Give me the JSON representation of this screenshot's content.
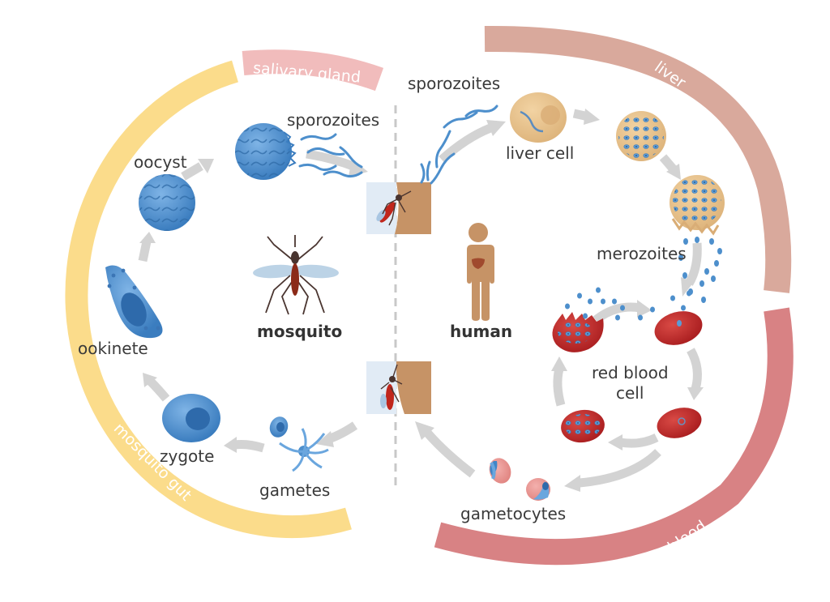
{
  "title": "Malaria parasite life cycle",
  "colors": {
    "mosquito_gut_arc": "#fbdc8b",
    "salivary_gland_arc": "#f1bcbc",
    "liver_arc": "#d9a99c",
    "blood_arc": "#d88284",
    "arrow": "#d3d3d3",
    "divider": "#c8c8c8",
    "parasite_blue": "#4d8fcc",
    "rbc_red": "#c3282a",
    "liver_cell": "#e7c28d",
    "human": "#c69366",
    "skin": "#c69366"
  },
  "hosts": {
    "mosquito": "mosquito",
    "human": "human"
  },
  "regions": {
    "salivary_gland": "salivary gland",
    "mosquito_gut": "mosquito gut",
    "liver": "liver",
    "blood": "blood"
  },
  "stages": {
    "sporozoites_mosquito": "sporozoites",
    "oocyst": "oocyst",
    "ookinete": "ookinete",
    "zygote": "zygote",
    "gametes": "gametes",
    "sporozoites_human": "sporozoites",
    "liver_cell": "liver cell",
    "merozoites": "merozoites",
    "red_blood_cell_line1": "red blood",
    "red_blood_cell_line2": "cell",
    "gametocytes": "gametocytes"
  },
  "icons": {
    "mosquito": "mosquito-icon",
    "human": "human-figure-icon",
    "bite_top": "mosquito-biting-skin-icon",
    "bite_bottom": "mosquito-feeding-skin-icon"
  }
}
